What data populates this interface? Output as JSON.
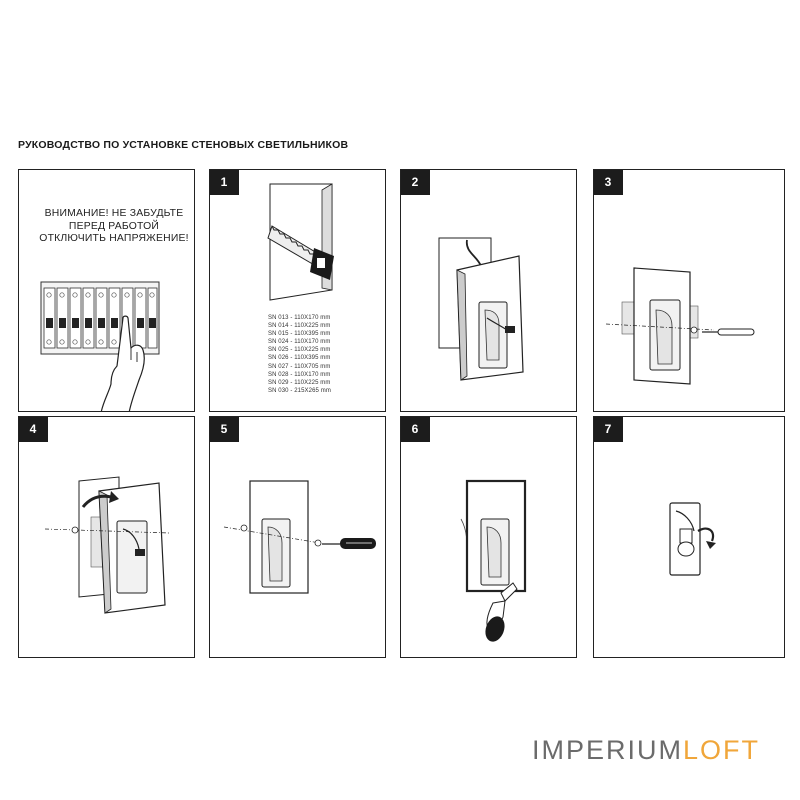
{
  "title": "РУКОВОДСТВО ПО УСТАНОВКЕ СТЕНОВЫХ СВЕТИЛЬНИКОВ",
  "warning": "ВНИМАНИЕ! НЕ ЗАБУДЬТЕ\nПЕРЕД РАБОТОЙ\nОТКЛЮЧИТЬ НАПРЯЖЕНИЕ!",
  "steps": [
    "1",
    "2",
    "3",
    "4",
    "5",
    "6",
    "7"
  ],
  "models": [
    "SN 013 - 110X170 mm",
    "SN 014 - 110X225 mm",
    "SN 015 - 110X395 mm",
    "SN 024 - 110X170 mm",
    "SN 025 - 110X225 mm",
    "SN 026 - 110X395 mm",
    "SN 027 - 110X705 mm",
    "SN 028 - 110X170 mm",
    "SN 029 - 110X225 mm",
    "SN 030 - 215X265 mm"
  ],
  "brand": {
    "part1": "IMPERIUM",
    "part2": "LOFT"
  },
  "colors": {
    "panel_border": "#222222",
    "step_badge": "#1c1c1c",
    "brand_gray": "#6b6b6b",
    "brand_orange": "#f0a63a"
  },
  "icons": [
    "breaker-panel-icon",
    "hand-icon",
    "saw-icon",
    "wire-icon",
    "screw-icon",
    "screwdriver-icon",
    "brush-icon",
    "bulb-icon"
  ]
}
